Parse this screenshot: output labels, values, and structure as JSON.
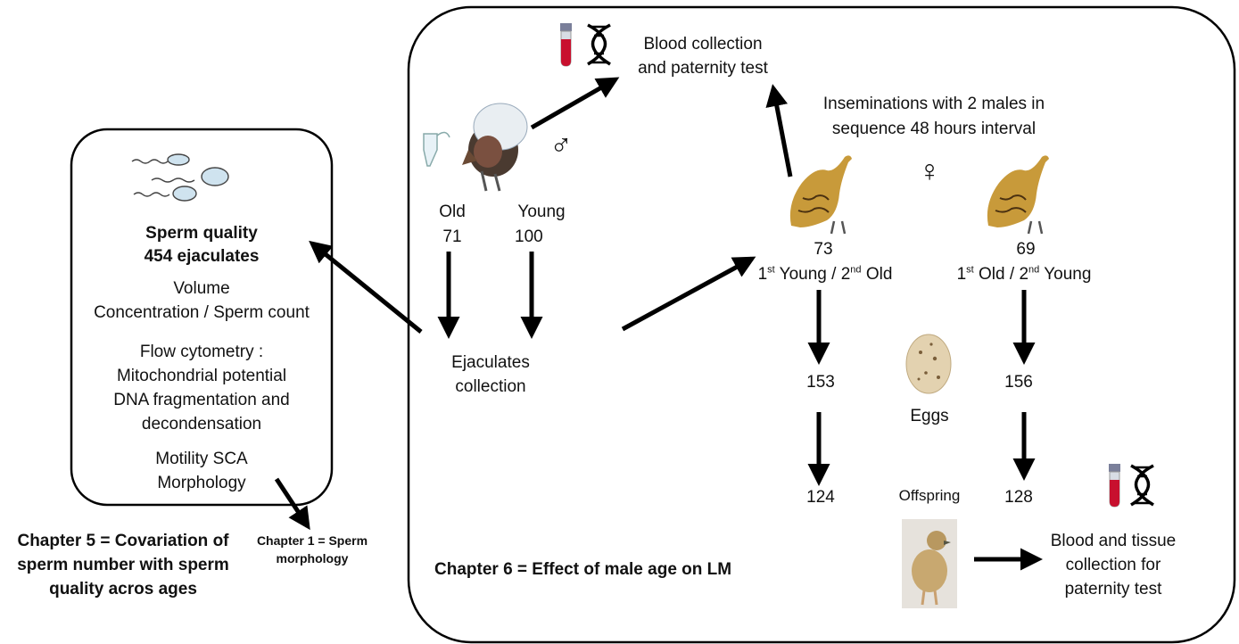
{
  "left_panel": {
    "title_line1": "Sperm quality",
    "title_line2": "454 ejaculates",
    "volume": "Volume",
    "concentration": "Concentration / Sperm count",
    "flow_title": "Flow cytometry :",
    "flow_item1": "Mitochondrial potential",
    "flow_item2": "DNA fragmentation and",
    "flow_item3": "decondensation",
    "motility": "Motility SCA",
    "morphology": "Morphology"
  },
  "chapters": {
    "ch5_line1": "Chapter 5 = Covariation of",
    "ch5_line2": "sperm number with sperm",
    "ch5_line3": "quality acros ages",
    "ch1_line1": "Chapter 1 = Sperm",
    "ch1_line2": "morphology",
    "ch6": "Chapter 6 = Effect of male age on LM"
  },
  "males": {
    "old_label": "Old",
    "old_count": "71",
    "young_label": "Young",
    "young_count": "100",
    "symbol": "♂",
    "ejaculates_line1": "Ejaculates",
    "ejaculates_line2": "collection"
  },
  "blood_top": {
    "line1": "Blood collection",
    "line2": "and paternity test"
  },
  "inseminations": {
    "line1": "Inseminations with 2 males in",
    "line2": "sequence 48 hours interval",
    "female_symbol": "♀"
  },
  "groups": {
    "g1_count": "73",
    "g1_first_num": "1",
    "g1_first_sup": "st",
    "g1_first_label": "Young",
    "g1_second_num": "2",
    "g1_second_sup": "nd",
    "g1_second_label": "Old",
    "g2_count": "69",
    "g2_first_num": "1",
    "g2_first_sup": "st",
    "g2_first_label": "Old",
    "g2_second_num": "2",
    "g2_second_sup": "nd",
    "g2_second_label": "Young",
    "separator": "/"
  },
  "results": {
    "eggs_g1": "153",
    "eggs_g2": "156",
    "eggs_label": "Eggs",
    "offspring_g1": "124",
    "offspring_g2": "128",
    "offspring_label": "Offspring"
  },
  "blood_bottom": {
    "line1": "Blood and tissue",
    "line2": "collection for",
    "line3": "paternity test"
  },
  "icons": [
    "blood-tube-icon",
    "dna-icon",
    "sperm-icon",
    "eppendorf-tube-icon",
    "male-bustard-icon",
    "female-bustard-icon",
    "egg-icon",
    "chick-icon",
    "male-symbol-icon",
    "female-symbol-icon"
  ]
}
